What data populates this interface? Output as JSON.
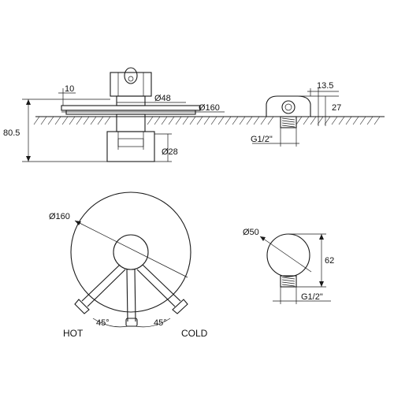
{
  "colors": {
    "line": "#1a1a1a",
    "background": "#ffffff"
  },
  "side_view": {
    "dim_wall_offset": "10",
    "dim_body_diameter": "Ø48",
    "dim_plate_diameter": "Ø160",
    "dim_depth": "80.5",
    "dim_housing_diameter": "Ø28"
  },
  "outlet_side": {
    "dim_width": "13.5",
    "dim_height": "27",
    "dim_thread": "G1/2\""
  },
  "front_view": {
    "dim_plate_diameter": "Ø160",
    "angle_left": "45°",
    "angle_right": "45°",
    "label_hot": "HOT",
    "label_cold": "COLD"
  },
  "outlet_front": {
    "dim_diameter": "Ø50",
    "dim_height": "62",
    "dim_thread": "G1/2\""
  }
}
